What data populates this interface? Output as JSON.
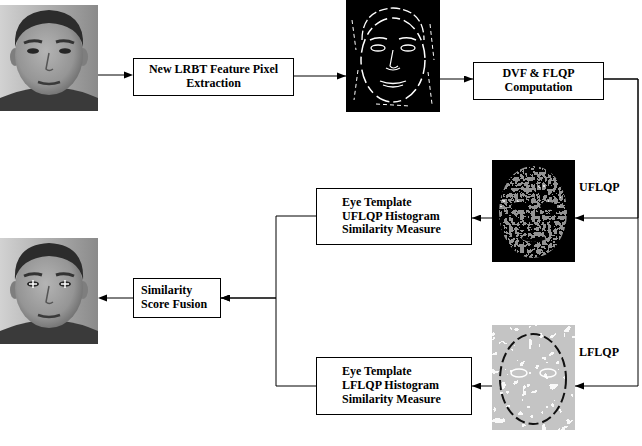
{
  "diagram": {
    "nodes": [
      {
        "text": [
          "New LRBT Feature Pixel Extraction"
        ]
      },
      {
        "text": [
          "DVF & FLQP Computation"
        ]
      },
      {
        "text": [
          "Eye Template UFLQP Histogram Similarity Measure"
        ]
      },
      {
        "text": [
          "Similarity Score Fusion"
        ]
      },
      {
        "text": [
          "Eye Template LFLQP Histogram Similarity Measure"
        ]
      }
    ],
    "edges": [
      {
        "from": 0,
        "to": 1,
        "arrow": "to"
      },
      {
        "from": 1,
        "to": 2,
        "arrow": "to"
      },
      {
        "from": 1,
        "to": 4,
        "arrow": "to"
      },
      {
        "from": 2,
        "to": 3,
        "arrow": "to"
      },
      {
        "from": 4,
        "to": 3,
        "arrow": "to"
      }
    ],
    "labels": [
      "UFLQP",
      "LFLQP"
    ]
  }
}
